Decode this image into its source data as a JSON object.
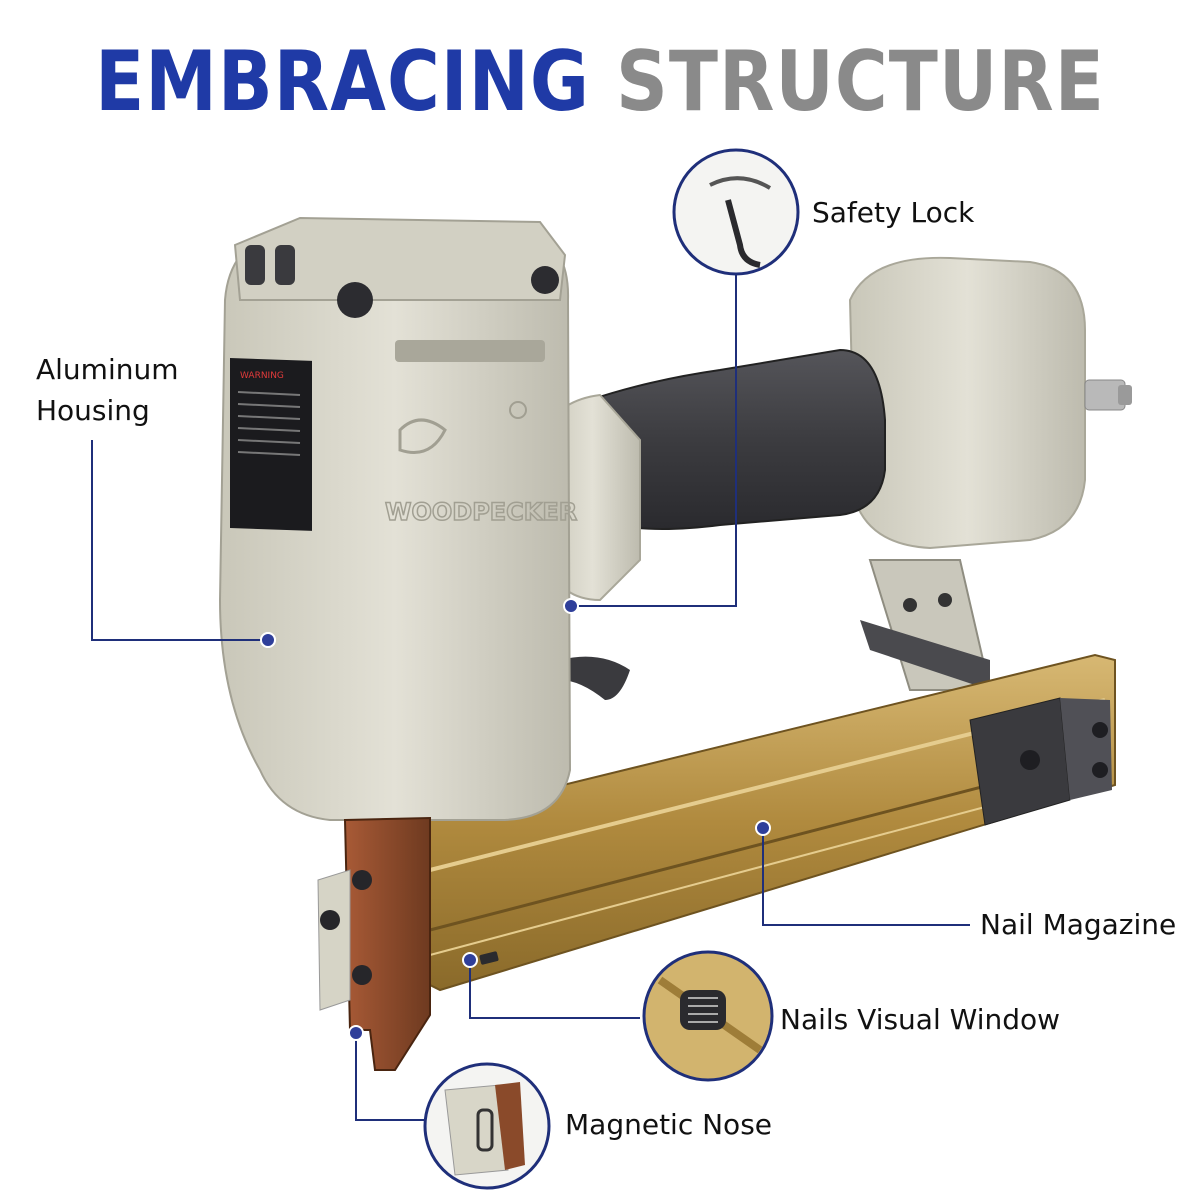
{
  "title": {
    "word1": "EMBRACING",
    "word2": "STRUCTURE",
    "word1_color": "#1f3aa6",
    "word2_color": "#8a8a8a"
  },
  "callouts": {
    "safety_lock": "Safety Lock",
    "aluminum_housing_line1": "Aluminum",
    "aluminum_housing_line2": "Housing",
    "nail_magazine": "Nail Magazine",
    "nails_visual_window": "Nails Visual Window",
    "magnetic_nose": "Magnetic Nose"
  },
  "product": {
    "brand_mark": "WOODPECKER",
    "warning_label": "WARNING"
  },
  "colors": {
    "leader_line": "#1f2f7a",
    "housing": "#d8d6c9",
    "magazine": "#b08a3e",
    "grip": "#3c3c40",
    "nose": "#8a4a2a"
  },
  "icons": [
    "circle-callout-icon",
    "dot-marker-icon"
  ]
}
